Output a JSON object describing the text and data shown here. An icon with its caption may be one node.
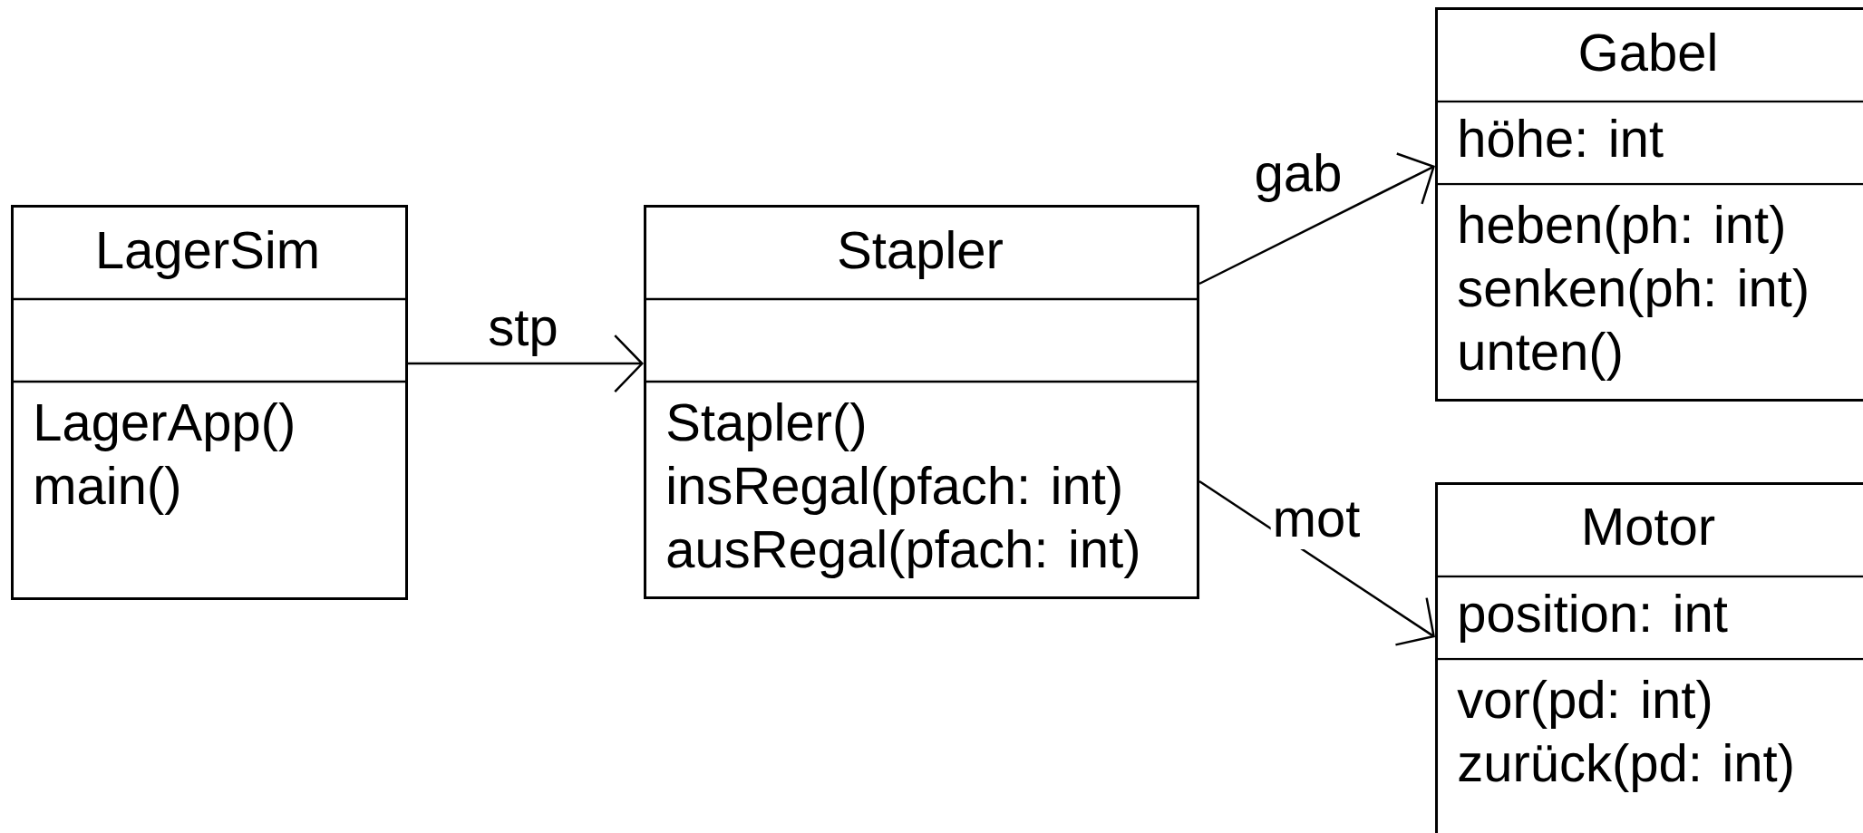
{
  "diagram": {
    "nodes": [
      {
        "text": [
          "LagerSim",
          "LagerApp()",
          "main()"
        ]
      },
      {
        "text": [
          "Stapler",
          "Stapler()",
          "insRegal(pfach: int)",
          "ausRegal(pfach: int)"
        ]
      },
      {
        "text": [
          "Gabel",
          "höhe: int",
          "heben(ph: int)",
          "senken(ph: int)",
          "unten()"
        ]
      },
      {
        "text": [
          "Motor",
          "position: int",
          "vor(pd: int)",
          "zurück(pd: int)"
        ]
      }
    ],
    "edges": [
      {
        "from": 0,
        "to": 1,
        "arrow": "to",
        "label": "stp"
      },
      {
        "from": 1,
        "to": 2,
        "arrow": "to",
        "label": "gab"
      },
      {
        "from": 1,
        "to": 3,
        "arrow": "to",
        "label": "mot"
      }
    ]
  }
}
